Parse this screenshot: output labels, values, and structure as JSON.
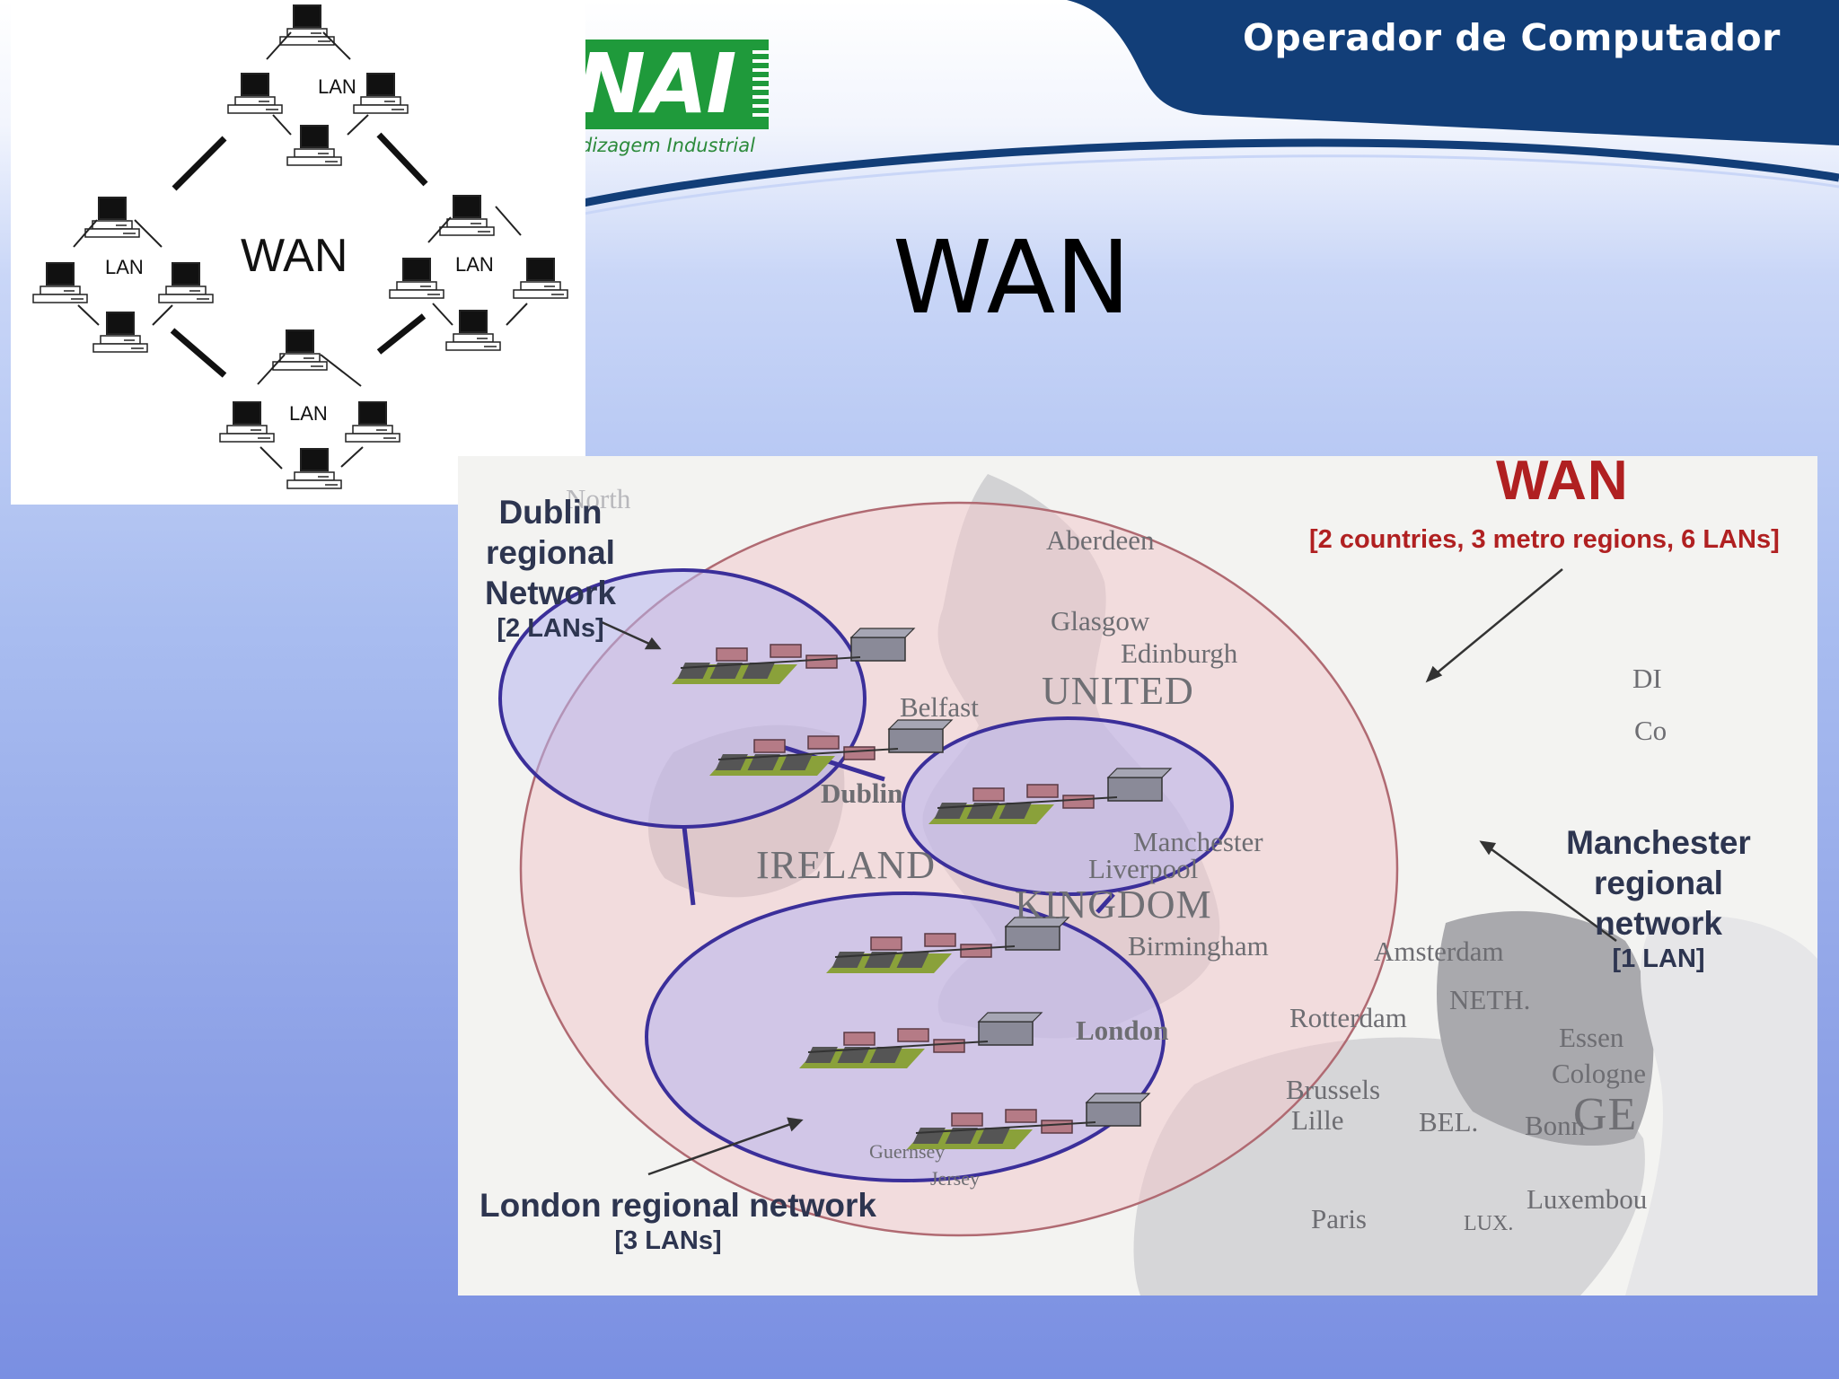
{
  "header": {
    "course_title": "Operador de Computador",
    "logo_text": "NAI",
    "logo_tagline": "dizagem Industrial",
    "colors": {
      "banner": "#123e78",
      "accent_line": "#123e78",
      "logo_green": "#1f9a3b"
    }
  },
  "slide": {
    "title": "WAN"
  },
  "lan_diagram": {
    "center_label": "WAN",
    "lan_labels": [
      "LAN",
      "LAN",
      "LAN",
      "LAN"
    ]
  },
  "wan_map": {
    "title": "WAN",
    "subtitle": "[2 countries, 3 metro regions, 6 LANs]",
    "dublin_label": [
      "Dublin",
      "regional",
      "Network",
      "[2 LANs]"
    ],
    "manchester_label": [
      "Manchester",
      "regional",
      "network",
      "[1 LAN]"
    ],
    "london_label": [
      "London regional network",
      "[3 LANs]"
    ],
    "places": {
      "aberdeen": "Aberdeen",
      "glasgow": "Glasgow",
      "edinburgh": "Edinburgh",
      "united": "UNITED",
      "belfast": "Belfast",
      "dublin": "Dublin",
      "ireland": "IRELAND",
      "manchester": "Manchester",
      "liverpool": "Liverpool",
      "kingdom": "KINGDOM",
      "birmingham": "Birmingham",
      "london": "London",
      "amsterdam": "Amsterdam",
      "rotterdam": "Rotterdam",
      "neth": "NETH.",
      "essen": "Essen",
      "cologne": "Cologne",
      "brussels": "Brussels",
      "lille": "Lille",
      "bel": "BEL.",
      "bonn": "Bonn",
      "ger": "GE",
      "luxembourg": "Luxembou",
      "lux": "LUX.",
      "paris": "Paris",
      "jersey": "Jersey",
      "guernsey": "Guernsey",
      "north": "North",
      "di": "DI",
      "co": "Co"
    }
  }
}
